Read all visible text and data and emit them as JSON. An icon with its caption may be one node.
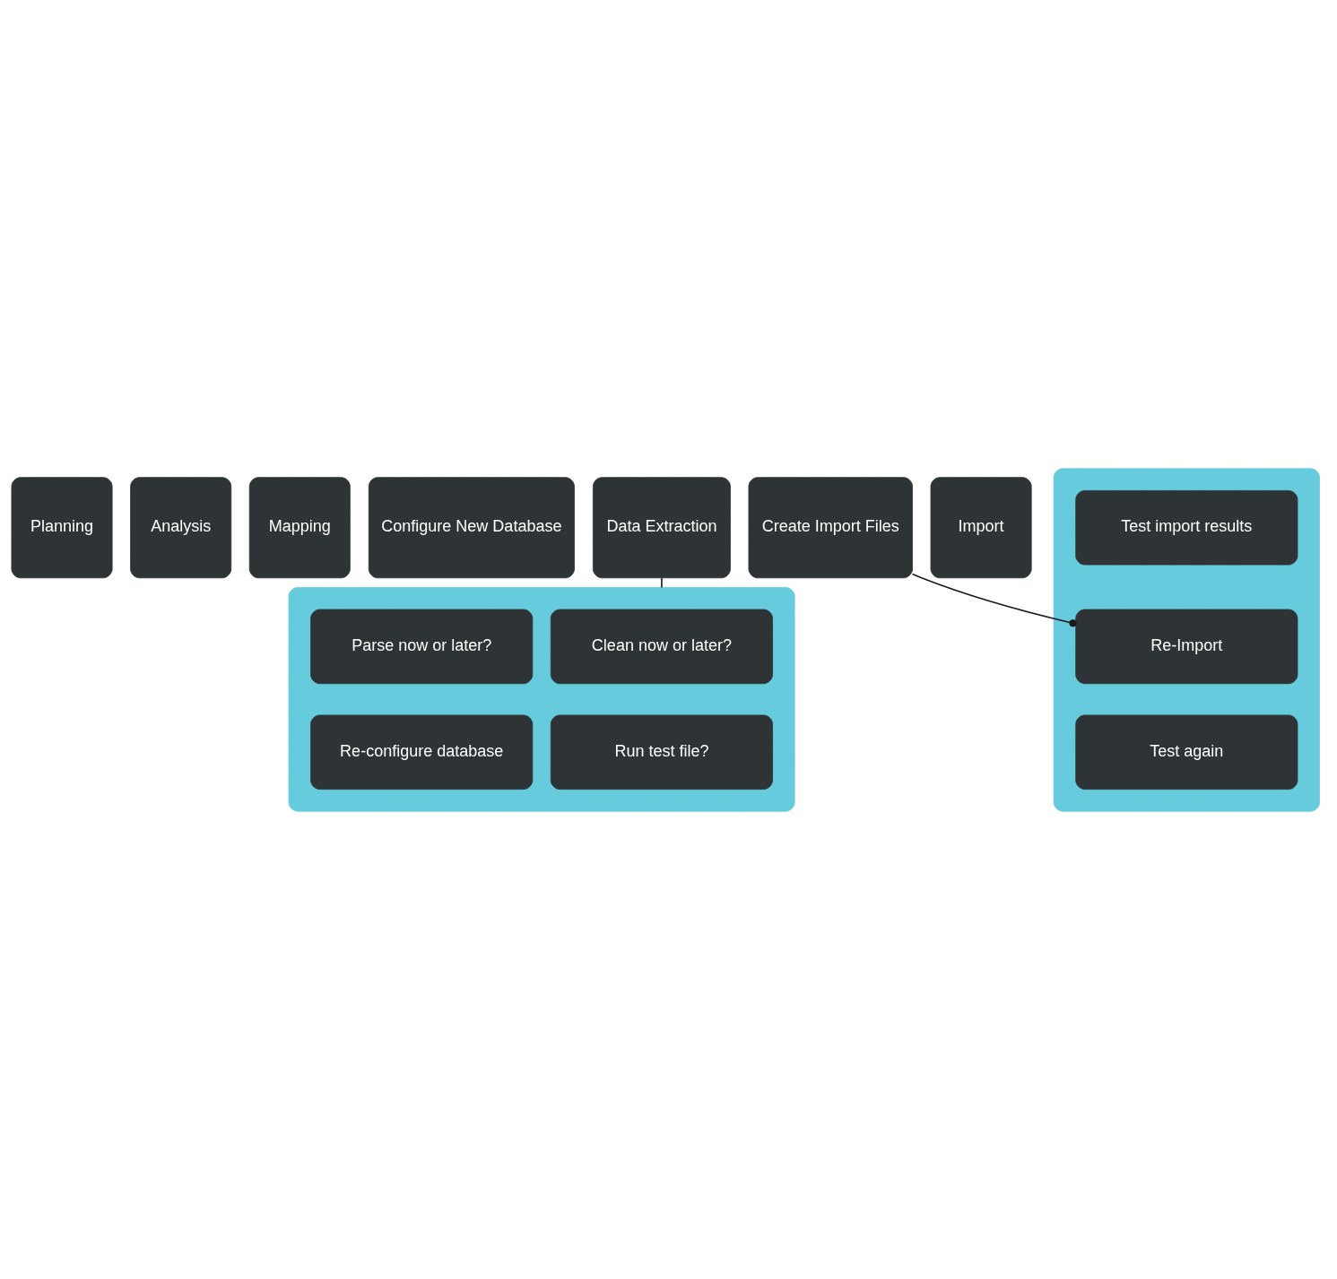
{
  "diagram": {
    "nodes": [
      {
        "text": [
          "Planning"
        ]
      },
      {
        "text": [
          "Analysis"
        ]
      },
      {
        "text": [
          "Mapping"
        ]
      },
      {
        "text": [
          "Configure New Database"
        ]
      },
      {
        "text": [
          "Data Extraction"
        ]
      },
      {
        "text": [
          "Create Import Files"
        ]
      },
      {
        "text": [
          "Import"
        ]
      },
      {
        "text": [],
        "shape": "box"
      },
      {
        "text": [
          "Clean now or later?"
        ],
        "in": 7
      },
      {
        "text": [
          "Parse now or later?"
        ],
        "in": 7
      },
      {
        "text": [
          "Run test file?"
        ],
        "in": 7
      },
      {
        "text": [
          "Re-configure database"
        ],
        "in": 7
      },
      {
        "text": [],
        "shape": "box"
      },
      {
        "text": [
          "Test import results"
        ],
        "in": 12
      },
      {
        "text": [
          "Re-Import"
        ],
        "in": 12
      },
      {
        "text": [
          "Test again"
        ],
        "in": 12
      }
    ],
    "edges": [
      {
        "from": 4,
        "to": 7,
        "arrow": "none"
      },
      {
        "from": 5,
        "to": 14,
        "arrow": "other"
      }
    ]
  }
}
